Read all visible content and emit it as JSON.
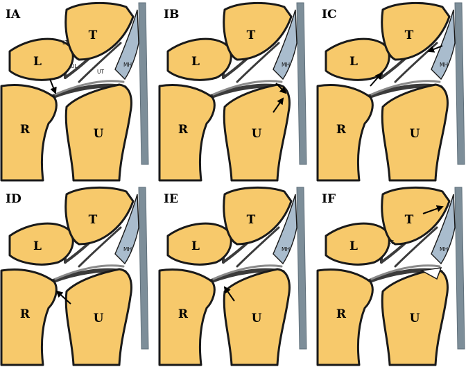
{
  "labels": {
    "lunate": "L",
    "triquetrum": "T",
    "radius": "R",
    "ulna": "U",
    "meniscus_homolog": "MH",
    "lunotriquetral": "LT",
    "ulnolunate": "UL",
    "ulnotriquetral": "UT"
  },
  "panels": [
    {
      "id": "IA",
      "title": "IA"
    },
    {
      "id": "IB",
      "title": "IB"
    },
    {
      "id": "IC",
      "title": "IC"
    },
    {
      "id": "ID",
      "title": "ID"
    },
    {
      "id": "IE",
      "title": "IE"
    },
    {
      "id": "IF",
      "title": "IF"
    }
  ],
  "colors": {
    "bone": "#f7c96b",
    "outline": "#1a1a1a",
    "meniscus_homolog": "#a9bccd",
    "ulnar_rail": "#7d8e99",
    "ligament": "#3b3b3b"
  }
}
